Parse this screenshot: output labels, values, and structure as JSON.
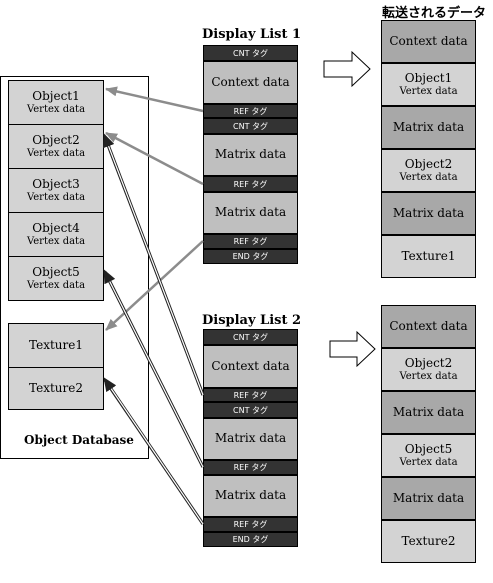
{
  "titles": {
    "dl1": "Display List 1",
    "dl2": "Display List 2",
    "transfer": "転送されるデータ",
    "db": "Object Database"
  },
  "database": {
    "objects": [
      {
        "name": "Object1",
        "sub": "Vertex data"
      },
      {
        "name": "Object2",
        "sub": "Vertex data"
      },
      {
        "name": "Object3",
        "sub": "Vertex data"
      },
      {
        "name": "Object4",
        "sub": "Vertex data"
      },
      {
        "name": "Object5",
        "sub": "Vertex data"
      }
    ],
    "textures": [
      "Texture1",
      "Texture2"
    ]
  },
  "dl1": [
    {
      "type": "tag",
      "label": "CNT タグ"
    },
    {
      "type": "data",
      "label": "Context data"
    },
    {
      "type": "tag",
      "label": "REF タグ"
    },
    {
      "type": "tag",
      "label": "CNT タグ"
    },
    {
      "type": "data",
      "label": "Matrix data"
    },
    {
      "type": "tag",
      "label": "REF タグ"
    },
    {
      "type": "data",
      "label": "Matrix data"
    },
    {
      "type": "tag",
      "label": "REF タグ"
    },
    {
      "type": "tag",
      "label": "END タグ"
    }
  ],
  "dl2": [
    {
      "type": "tag",
      "label": "CNT タグ"
    },
    {
      "type": "data",
      "label": "Context data"
    },
    {
      "type": "tag",
      "label": "REF タグ"
    },
    {
      "type": "tag",
      "label": "CNT タグ"
    },
    {
      "type": "data",
      "label": "Matrix data"
    },
    {
      "type": "tag",
      "label": "REF タグ"
    },
    {
      "type": "data",
      "label": "Matrix data"
    },
    {
      "type": "tag",
      "label": "REF タグ"
    },
    {
      "type": "tag",
      "label": "END タグ"
    }
  ],
  "out1": [
    {
      "name": "Context data"
    },
    {
      "name": "Object1",
      "sub": "Vertex data"
    },
    {
      "name": "Matrix data"
    },
    {
      "name": "Object2",
      "sub": "Vertex data"
    },
    {
      "name": "Matrix data"
    },
    {
      "name": "Texture1"
    }
  ],
  "out2": [
    {
      "name": "Context data"
    },
    {
      "name": "Object2",
      "sub": "Vertex data"
    },
    {
      "name": "Matrix data"
    },
    {
      "name": "Object5",
      "sub": "Vertex data"
    },
    {
      "name": "Matrix data"
    },
    {
      "name": "Texture2"
    }
  ]
}
